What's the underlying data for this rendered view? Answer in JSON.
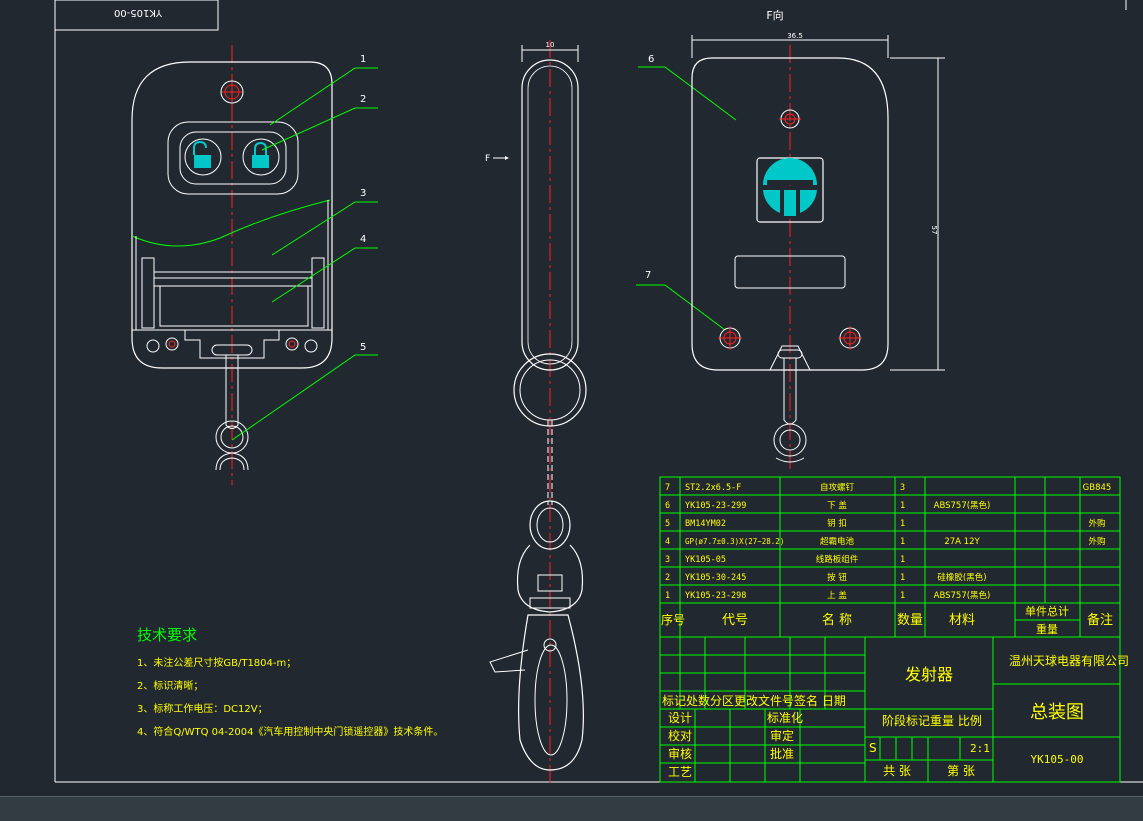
{
  "drawing": {
    "title_block_top_label": "YK105-00",
    "view_label": "F向",
    "section_marker": "F",
    "dim_side_width": "10",
    "dim_back_width": "36.5",
    "dim_back_height": "57",
    "callouts": [
      "1",
      "2",
      "3",
      "4",
      "5",
      "6",
      "7"
    ],
    "tech_req": {
      "title": "技术要求",
      "items": [
        "1、未注公差尺寸按GB/T1804-m；",
        "2、标识清晰；",
        "3、标称工作电压：DC12V；",
        "4、符合Q/WTQ 04-2004《汽车用控制中央门锁遥控器》技术条件。"
      ]
    },
    "bom": {
      "rows": [
        {
          "no": "7",
          "code": "ST2.2x6.5-F",
          "name": "自攻螺钉",
          "qty": "3",
          "material": "",
          "remark": "GB845"
        },
        {
          "no": "6",
          "code": "YK105-23-299",
          "name": "下  盖",
          "qty": "1",
          "material": "ABS757(黑色)",
          "remark": ""
        },
        {
          "no": "5",
          "code": "BM14YM02",
          "name": "钥  扣",
          "qty": "1",
          "material": "",
          "remark": "外购"
        },
        {
          "no": "4",
          "code": "GP(ø7.7±0.3)X(27~28.2)",
          "name": "超霸电池",
          "qty": "1",
          "material": "27A 12Y",
          "remark": "外购"
        },
        {
          "no": "3",
          "code": "YK105-05",
          "name": "线路板组件",
          "qty": "1",
          "material": "",
          "remark": ""
        },
        {
          "no": "2",
          "code": "YK105-30-245",
          "name": "按  钮",
          "qty": "1",
          "material": "硅橡胶(黑色)",
          "remark": ""
        },
        {
          "no": "1",
          "code": "YK105-23-298",
          "name": "上  盖",
          "qty": "1",
          "material": "ABS757(黑色)",
          "remark": ""
        }
      ],
      "header": {
        "no": "序号",
        "code": "代号",
        "name": "名  称",
        "qty": "数量",
        "material": "材料",
        "unit_total": "单件总计",
        "weight": "重量",
        "remark": "备注"
      }
    },
    "title_block": {
      "product": "发射器",
      "company": "温州天球电器有限公司",
      "drawing_name": "总装图",
      "drawing_no": "YK105-00",
      "rev_header": "标记处数分区更改文件号签名 日期",
      "design": "设计",
      "standard": "标准化",
      "check": "校对",
      "approve1": "审定",
      "review": "审核",
      "approve2": "批准",
      "craft": "工艺",
      "stage": "阶段标记重量 比例",
      "stage_mark": "S",
      "scale": "2:1",
      "total_sheets": "共  张",
      "sheet_no": "第  张"
    },
    "colors": {
      "background": "#212830",
      "frame": "#ffffff",
      "green": "#00ff00",
      "red": "#ff2020",
      "cyan": "#00c8c8",
      "yellow": "#ffff00"
    }
  }
}
